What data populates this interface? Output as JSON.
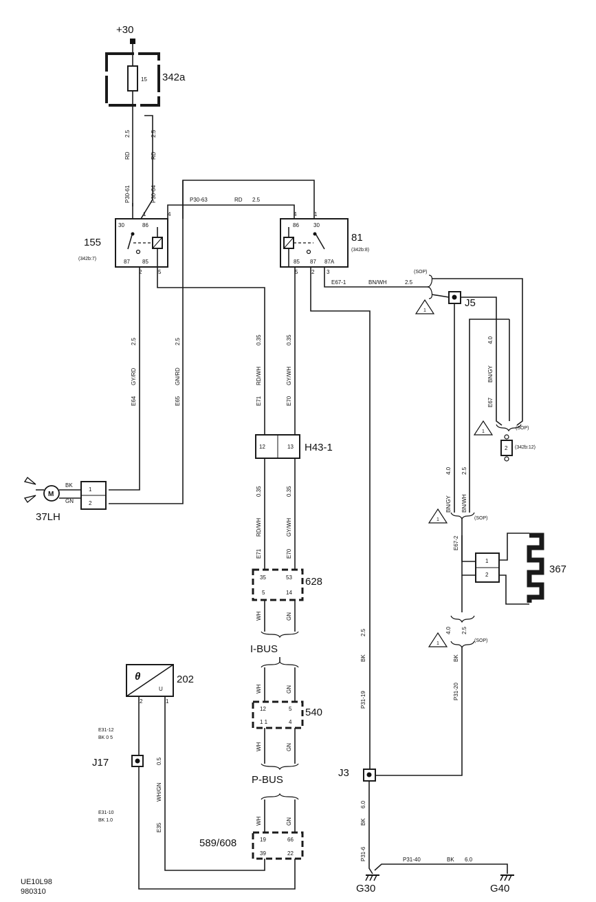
{
  "supply": "+30",
  "fuse": {
    "id": "342a",
    "number": "15"
  },
  "relay_left": {
    "id": "155",
    "ref": "(342b:7)",
    "pins": {
      "p30": "30",
      "p86": "86",
      "p87": "87",
      "p85": "85",
      "p1": "1",
      "p4": "4",
      "p2": "2",
      "p5": "5"
    }
  },
  "relay_right": {
    "id": "81",
    "ref": "(342b:8)",
    "pins": {
      "p86": "86",
      "p30": "30",
      "p85": "85",
      "p87": "87",
      "p87a": "87A",
      "p4": "4",
      "p1": "1",
      "p5": "5",
      "p2": "2",
      "p3": "3"
    }
  },
  "wires": {
    "w1": {
      "color": "RD",
      "size": "2.5",
      "code": "P30-61"
    },
    "w2": {
      "color": "RD",
      "size": "2.5",
      "code": "P30-64"
    },
    "w3": {
      "color": "RD",
      "size": "2.5",
      "code": "P30-63"
    },
    "w4": {
      "color": "GY/RD",
      "size": "2.5",
      "code": "E64"
    },
    "w5": {
      "color": "GN/RD",
      "size": "2.5",
      "code": "E65"
    },
    "w6": {
      "color": "RD/WH",
      "size": "0.35",
      "code": "E71"
    },
    "w7": {
      "color": "GY/WH",
      "size": "0.35",
      "code": "E70"
    },
    "w8": {
      "color": "BN/WH",
      "size": "2.5",
      "code": "E67-1"
    },
    "w9": {
      "color": "BN/GY",
      "size": "4.0",
      "code": "E67"
    },
    "w10": {
      "color": "BK",
      "size": "2.5",
      "code": "P31-19"
    },
    "w11": {
      "color": "BK",
      "size": "6.0",
      "code": "P31-6"
    },
    "w12": {
      "color": "BK",
      "size": "6.0",
      "code": "P31-40"
    },
    "w13": {
      "color": "BK",
      "size": "2.5",
      "code": "P31-20"
    },
    "w14": {
      "color": "WH/GN",
      "size": "0.5",
      "code": "E35"
    },
    "w15": {
      "color": "BN/GY",
      "size": "4.0"
    },
    "w16": {
      "color": "BN/WH",
      "size": "2.5"
    },
    "w17": {
      "code": "E67-2"
    },
    "wh": "WH",
    "gn": "GN"
  },
  "motor": {
    "id": "37LH",
    "symbol": "M",
    "bk": "BK",
    "gn": "GN",
    "pin1": "1",
    "pin2": "2"
  },
  "connector_h43": {
    "id": "H43-1",
    "pin12": "12",
    "pin13": "13"
  },
  "connector_628": {
    "id": "628",
    "pin35": "35",
    "pin53": "53",
    "pin5": "5",
    "pin14": "14"
  },
  "bus1": "I-BUS",
  "connector_540": {
    "id": "540",
    "pin12": "12",
    "pin5": "5",
    "pin11": "1 1",
    "pin4": "4"
  },
  "bus2": "P-BUS",
  "connector_589": {
    "id": "589/608",
    "pin19": "19",
    "pin66": "66",
    "pin39": "39",
    "pin22": "22"
  },
  "sensor": {
    "id": "202",
    "theta": "θ",
    "u": "U",
    "pin2": "2",
    "pin1": "1"
  },
  "splice_j5": "J5",
  "splice_j3": "J3",
  "splice_j17": {
    "id": "J17",
    "e3112": "E31-12",
    "bk05": "BK    0 5",
    "e3110": "E31-10",
    "bk10": "BK     1.0"
  },
  "sop": "(SOP)",
  "warn": "1",
  "ref_12": "(342b:12)",
  "pin_2": "2",
  "heater": {
    "id": "367",
    "pin1": "1",
    "pin2": "2"
  },
  "grounds": {
    "g30": "G30",
    "g40": "G40"
  },
  "footer": {
    "line1": "UE10L98",
    "line2": "980310"
  }
}
